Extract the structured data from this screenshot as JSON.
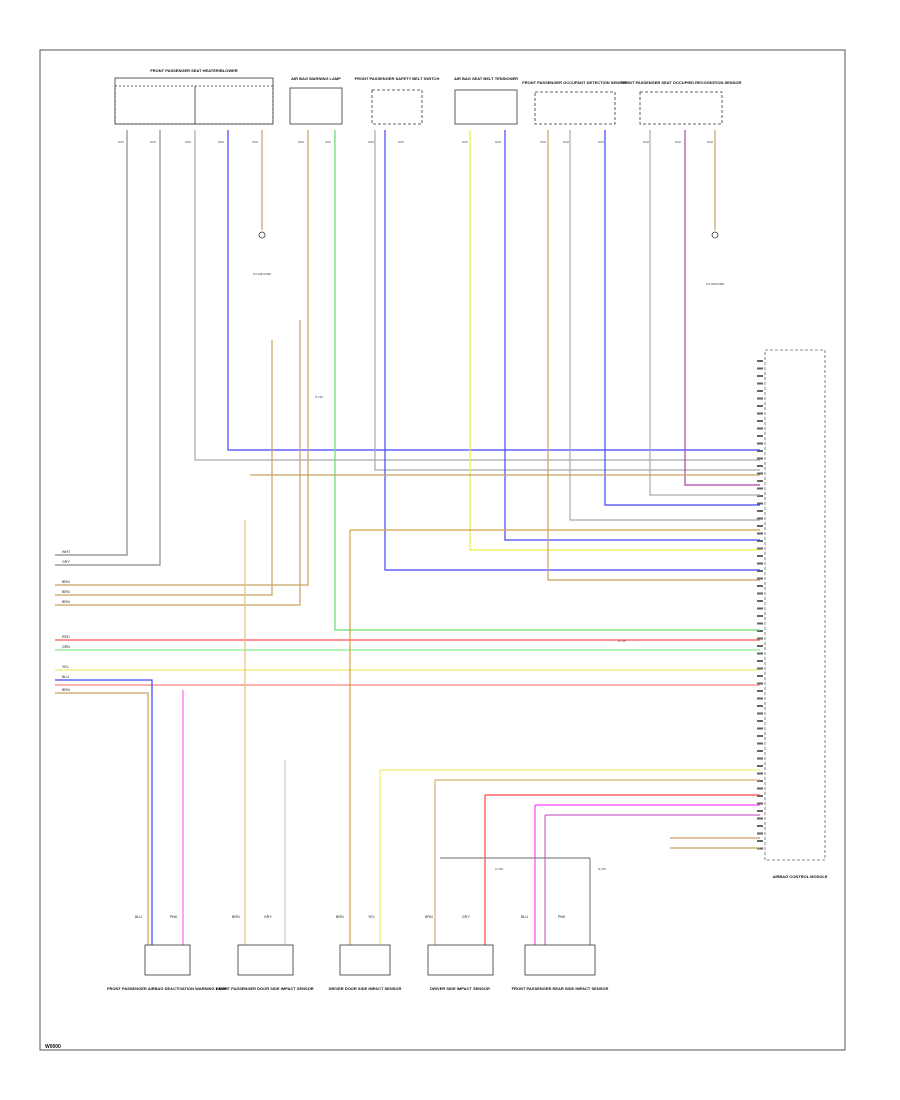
{
  "diagram": {
    "stamp": "W0000",
    "top_components": [
      {
        "title": "FRONT PASSENGER SEAT HEATER/BLOWER",
        "pins": [
          "XXX",
          "XXX",
          "XXX",
          "XXX",
          "XXX"
        ]
      },
      {
        "title": "AIR BAG WARNING LAMP",
        "pins": [
          "XXX",
          "XXX"
        ]
      },
      {
        "title": "FRONT PASSENGER SAFETY BELT SWITCH",
        "pins": [
          "XXX",
          "XXX"
        ]
      },
      {
        "title": "AIR BAG SEAT BELT TENSIONER",
        "pins": [
          "XXX",
          "XXX"
        ]
      },
      {
        "title": "FRONT PASSENGER OCCUPANT DETECTION SENSOR",
        "pins": [
          "XXX",
          "XXX",
          "XXX"
        ]
      },
      {
        "title": "FRONT PASSENGER SEAT OCCUPIED RECOGNITION SENSOR",
        "pins": [
          "XXX",
          "XXX",
          "XXX"
        ]
      }
    ],
    "bottom_components": [
      {
        "title": "FRONT PASSENGER AIRBAG DEACTIVATION WARNING LAMP",
        "wires": [
          "BLU",
          "PNK"
        ]
      },
      {
        "title": "FRONT PASSENGER DOOR SIDE IMPACT SENSOR",
        "wires": [
          "BRN",
          "GRY"
        ]
      },
      {
        "title": "DRIVER DOOR SIDE IMPACT SENSOR",
        "wires": [
          "BRN",
          "YEL"
        ]
      },
      {
        "title": "DRIVER SIDE IMPACT SENSOR",
        "wires": [
          "BRN",
          "GRY"
        ]
      },
      {
        "title": "FRONT PASSENGER REAR SIDE IMPACT SENSOR",
        "wires": [
          "BLU",
          "PNK"
        ]
      }
    ],
    "left_labels": [
      "WHT",
      "GRY",
      "BRN",
      "BRN",
      "BRN",
      "RED",
      "GRN",
      "YEL",
      "BLU",
      "BRN"
    ],
    "module_label": "AIRBAG CONTROL MODULE",
    "splice_labels": [
      "S-TW",
      "C-TW",
      "S-TW",
      "S-TW"
    ],
    "ground_labels": [
      "CA GROUND",
      "CA GROUND"
    ]
  }
}
